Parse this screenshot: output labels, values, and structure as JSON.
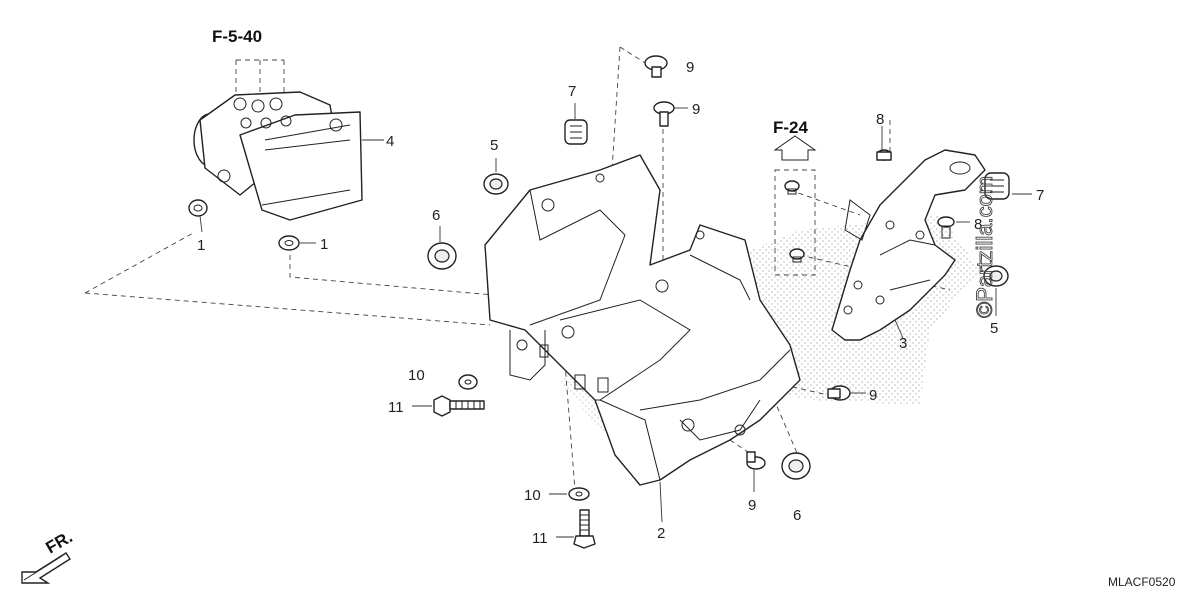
{
  "refs": {
    "f540": "F-5-40",
    "f24": "F-24",
    "fr": "FR."
  },
  "callouts": {
    "c1a": "1",
    "c1b": "1",
    "c2": "2",
    "c3": "3",
    "c4": "4",
    "c5a": "5",
    "c5b": "5",
    "c6a": "6",
    "c6b": "6",
    "c7a": "7",
    "c7b": "7",
    "c8a": "8",
    "c8b": "8",
    "c9a": "9",
    "c9b": "9",
    "c9c": "9",
    "c9d": "9",
    "c10a": "10",
    "c10b": "10",
    "c11a": "11",
    "c11b": "11"
  },
  "diagram_code": "MLACF0520",
  "watermark": "©Partzilla.com"
}
